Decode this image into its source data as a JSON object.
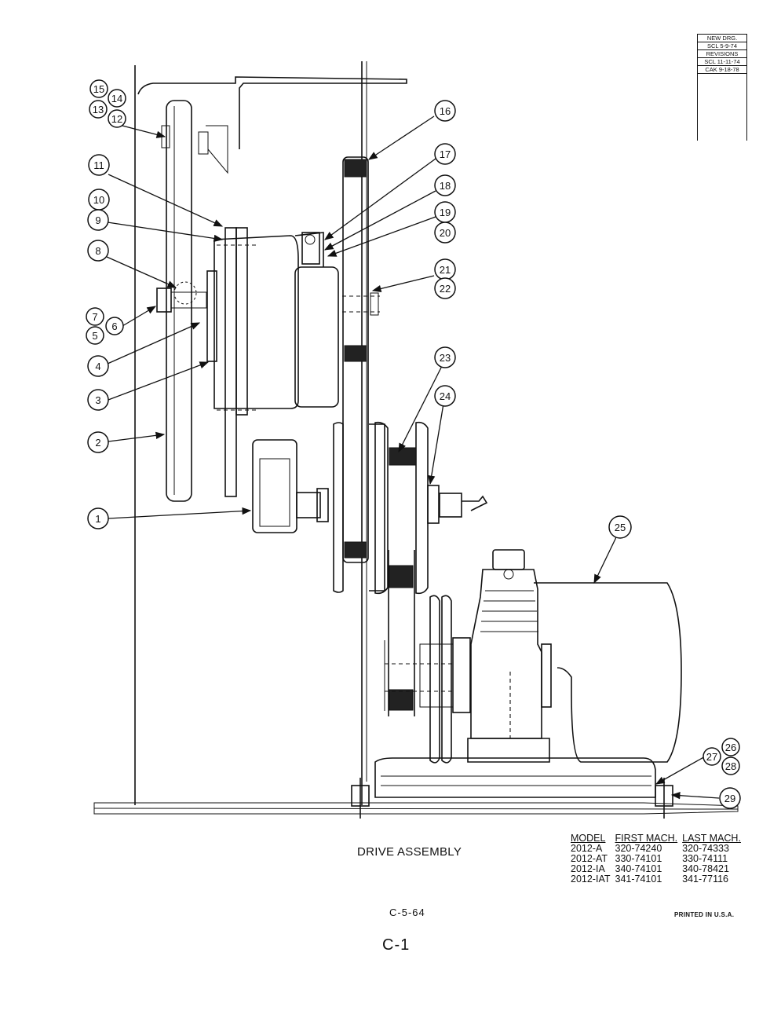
{
  "revision_block": {
    "header": "NEW DRG.",
    "rows": [
      "SCL 5-9-74",
      "REVISIONS",
      "SCL 11-11-74",
      "CAK 9-18-78"
    ]
  },
  "drawing_title": "DRIVE ASSEMBLY",
  "models_table": {
    "headers": [
      "MODEL",
      "FIRST MACH.",
      "LAST MACH."
    ],
    "rows": [
      [
        "2012-A",
        "320-74240",
        "320-74333"
      ],
      [
        "2012-AT",
        "330-74101",
        "330-74111"
      ],
      [
        "2012-IA",
        "340-74101",
        "340-78421"
      ],
      [
        "2012-IAT",
        "341-74101",
        "341-77116"
      ]
    ]
  },
  "page_reference": "C-5-64",
  "printed_note": "PRINTED IN U.S.A.",
  "page_number": "C-1",
  "callouts": {
    "c1": "1",
    "c2": "2",
    "c3": "3",
    "c4": "4",
    "c5": "5",
    "c6": "6",
    "c7": "7",
    "c8": "8",
    "c9": "9",
    "c10": "10",
    "c11": "11",
    "c12": "12",
    "c13": "13",
    "c14": "14",
    "c15": "15",
    "c16": "16",
    "c17": "17",
    "c18": "18",
    "c19": "19",
    "c20": "20",
    "c21": "21",
    "c22": "22",
    "c23": "23",
    "c24": "24",
    "c25": "25",
    "c26": "26",
    "c27": "27",
    "c28": "28",
    "c29": "29"
  }
}
